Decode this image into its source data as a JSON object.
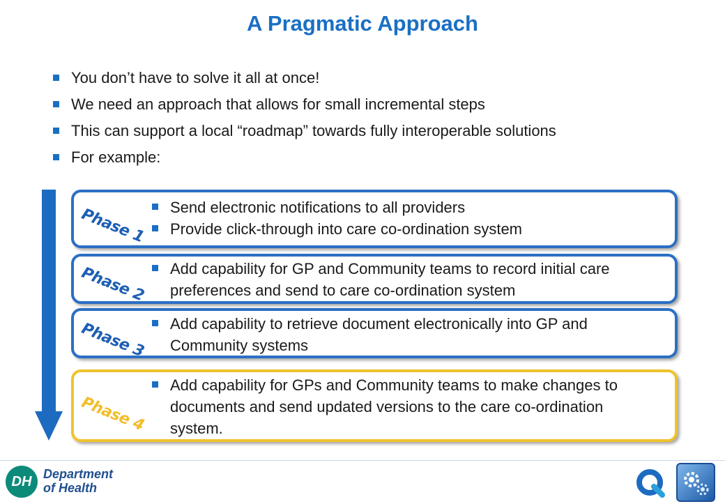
{
  "title": "A Pragmatic Approach",
  "bullets": [
    "You don’t have to solve it all at once!",
    "We need an approach that allows for small incremental steps",
    "This can support a local “roadmap” towards fully interoperable solutions",
    "For example:"
  ],
  "phases": [
    {
      "label": "Phase 1",
      "items": [
        "Send electronic notifications to all providers",
        "Provide click-through into care co-ordination system"
      ]
    },
    {
      "label": "Phase 2",
      "items": [
        "Add capability for GP and Community teams to record initial care preferences and send to care co-ordination system"
      ]
    },
    {
      "label": "Phase 3",
      "items": [
        "Add capability to retrieve document electronically into GP and Community systems"
      ]
    },
    {
      "label": "Phase 4",
      "items": [
        "Add capability for GPs and Community teams to make changes to documents and send updated versions to the care co-ordination system."
      ]
    }
  ],
  "footer": {
    "logo_badge": "DH",
    "logo_line1": "Department",
    "logo_line2": "of Health"
  },
  "colors": {
    "title": "#1a6fc4",
    "phase_border": "#2b6fc4",
    "phase4_border": "#f0c22c",
    "arrow": "#1d6bc0"
  }
}
